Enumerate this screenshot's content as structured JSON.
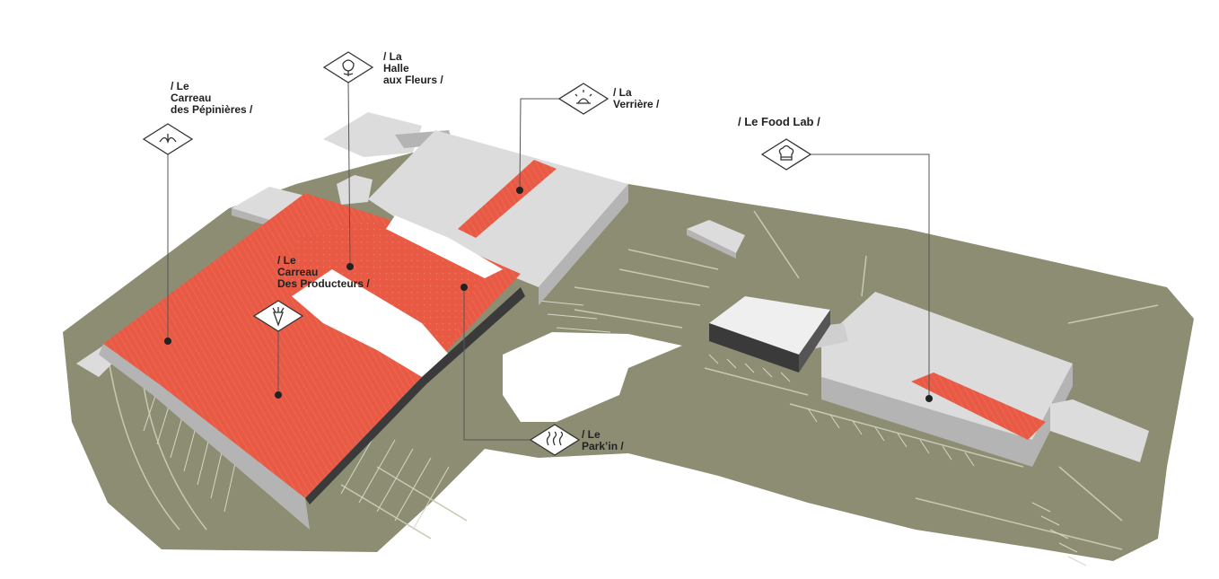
{
  "map": {
    "colors": {
      "ground": "#8c8d72",
      "ground_line": "#b2b39c",
      "building_top": "#dcdcdc",
      "building_side": "#b4b4b4",
      "building_dark": "#3a3a3a",
      "roof_red": "#e95a45",
      "roof_red_dark": "#d94b38",
      "leader_line": "#555555",
      "icon_stroke": "#333333",
      "label_text": "#222222"
    },
    "zones": [
      {
        "id": "carreau-pepinieres",
        "icon": "leaf-sprout-icon",
        "lines": [
          "/ Le",
          "Carreau",
          "des Pépinières /"
        ]
      },
      {
        "id": "halle-fleurs",
        "icon": "tulip-flower-icon",
        "lines": [
          "/ La",
          "Halle",
          "aux Fleurs /"
        ]
      },
      {
        "id": "verriere",
        "icon": "sunrise-glasshouse-icon",
        "lines": [
          "/ La",
          "Verrière /"
        ]
      },
      {
        "id": "food-lab",
        "icon": "chef-hat-icon",
        "lines": [
          "/ Le Food Lab /"
        ]
      },
      {
        "id": "carreau-producteurs",
        "icon": "carrot-icon",
        "lines": [
          "/ Le",
          "Carreau",
          "Des Producteurs /"
        ]
      },
      {
        "id": "parkin",
        "icon": "steam-heat-icon",
        "lines": [
          "/ Le",
          "Park’in /"
        ]
      }
    ]
  }
}
